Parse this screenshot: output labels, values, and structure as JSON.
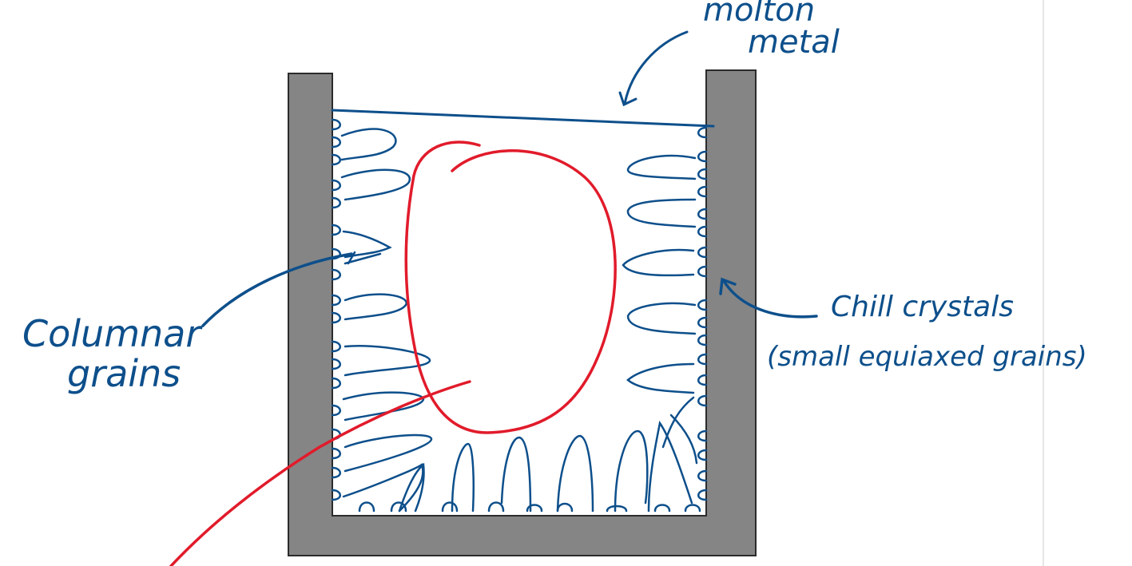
{
  "labels": {
    "molten_line1": "molton",
    "molten_line2": "metal",
    "columnar_line1": "Columnar",
    "columnar_line2": "grains",
    "chill_line1": "Chill crystals",
    "chill_line2": "(small equiaxed grains)"
  },
  "colors": {
    "ink_blue": "#0d4f8b",
    "ink_red": "#e11b2b",
    "mold_gray": "#858585",
    "mold_edge": "#2b2b2b"
  }
}
